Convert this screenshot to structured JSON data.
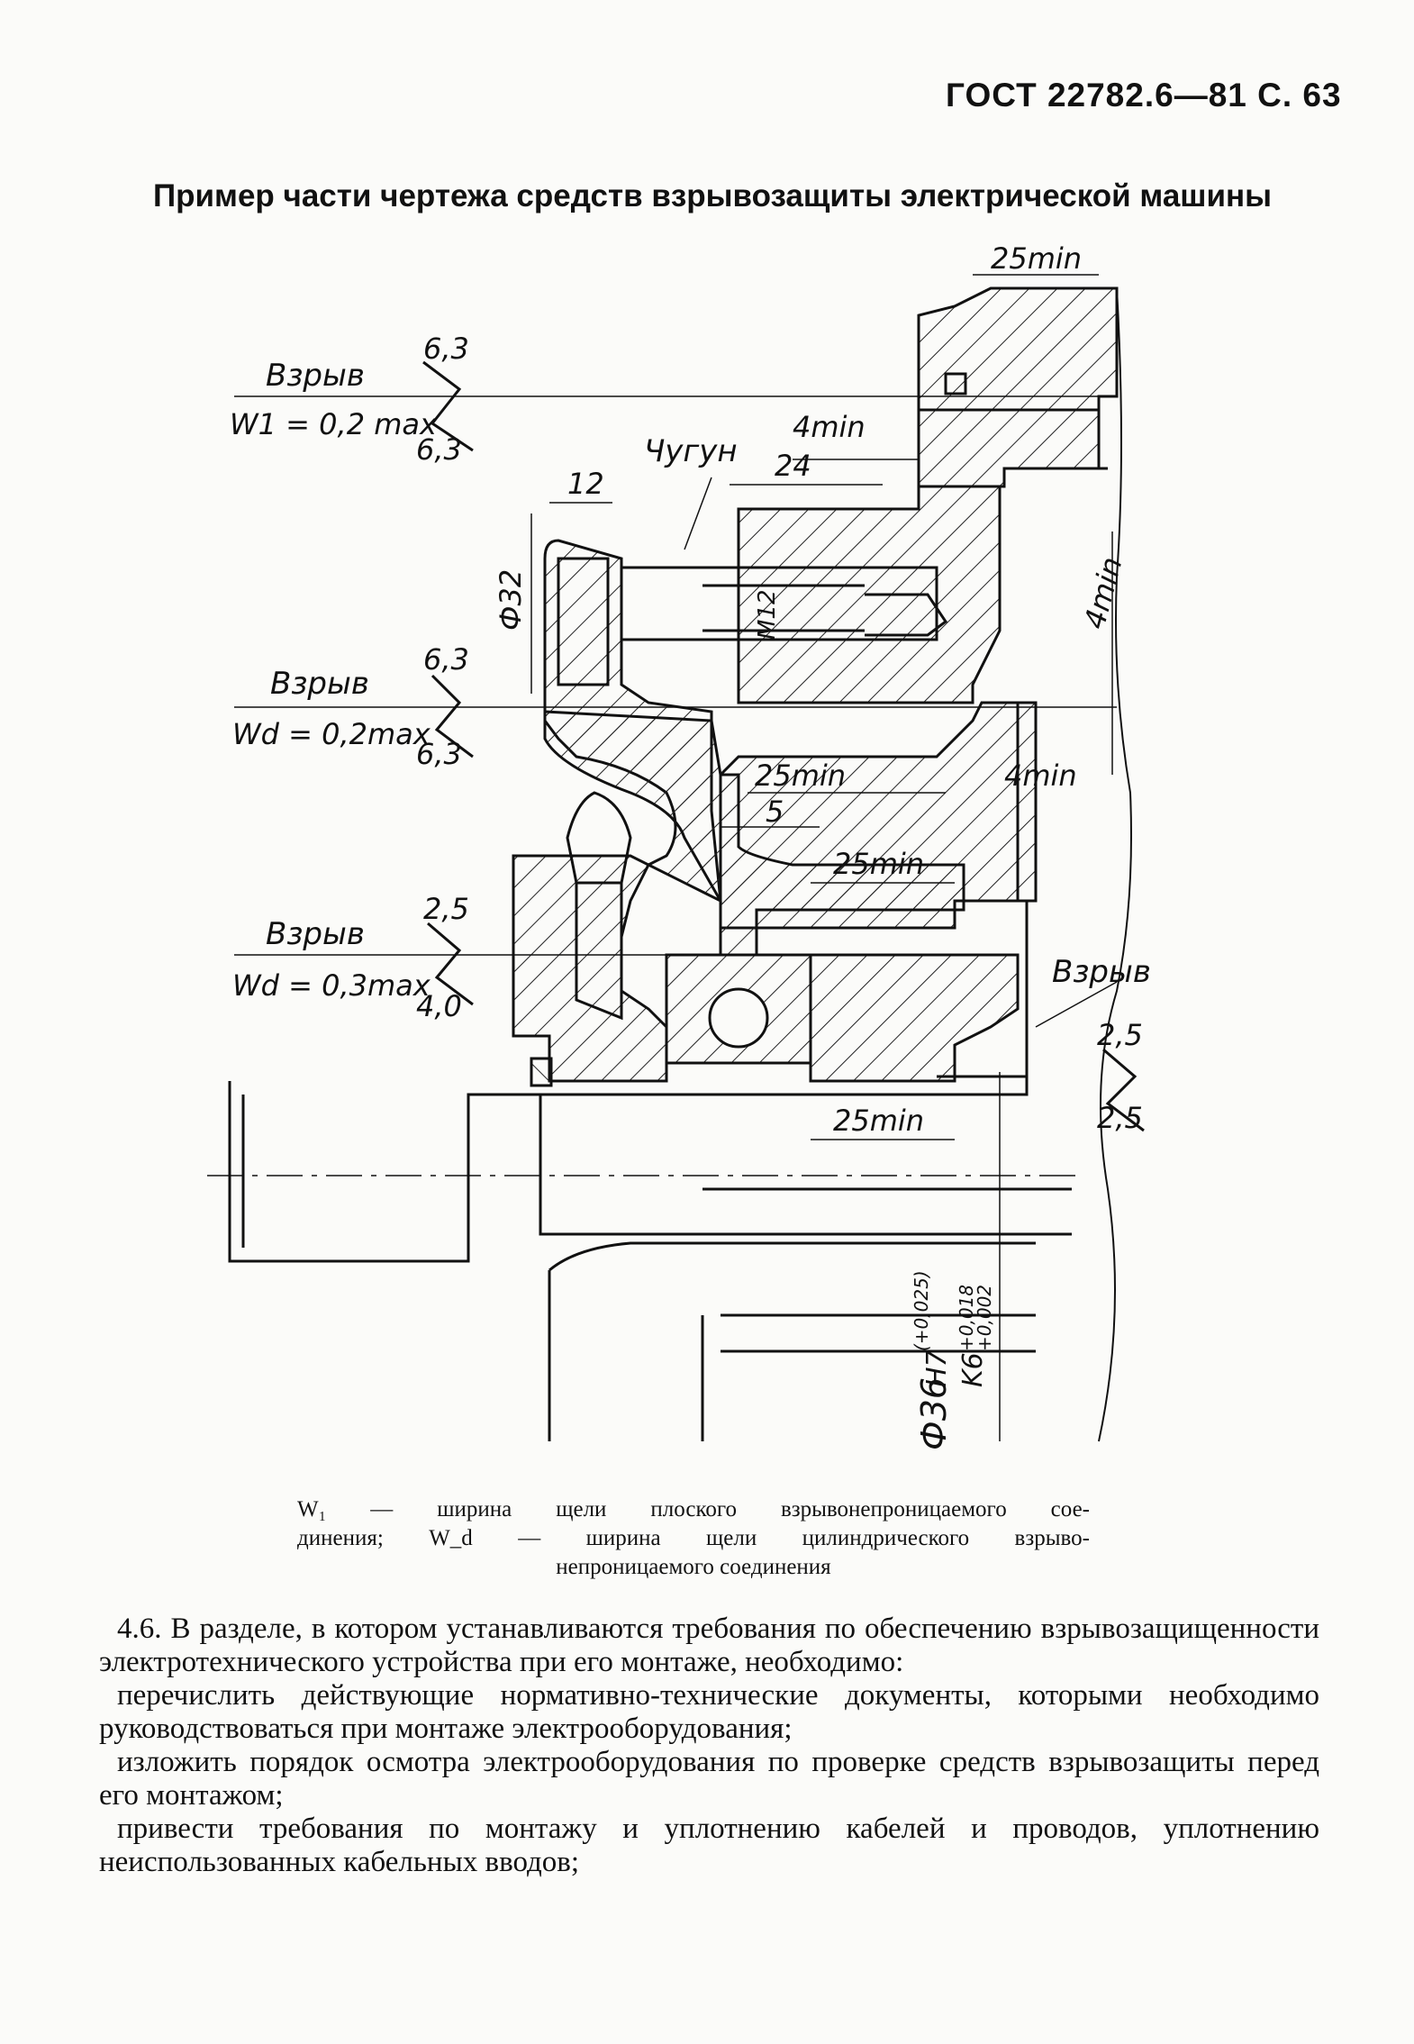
{
  "header": {
    "text": "ГОСТ 22782.6—81 С. 63"
  },
  "title": "Пример части чертежа средств взрывозащиты электрической машины",
  "drawing": {
    "labels": {
      "top_25min": "25min",
      "chugun": "Чугун",
      "dim_4min_top": "4min",
      "dim_24": "24",
      "dim_12": "12",
      "dim_phi32": "Ф32",
      "dim_m12": "M12",
      "dim_4min_vert": "4min",
      "dim_25min_mid": "25min",
      "dim_4min_mid": "4min",
      "dim_5": "5",
      "dim_25min_low": "25min",
      "dim_25min_bottom": "25min",
      "phi36": "Ф36",
      "h7": "H7",
      "h7_tol": "(+0,025)",
      "k6": "K6",
      "k6_tol_up": "+0,018",
      "k6_tol_low": "+0,002"
    },
    "joints": [
      {
        "word": "Взрыв",
        "width": "W1 = 0,2 max",
        "rough_top": "6,3",
        "rough_bottom": "6,3"
      },
      {
        "word": "Взрыв",
        "width": "Wd = 0,2max",
        "rough_top": "6,3",
        "rough_bottom": "6,3"
      },
      {
        "word": "Взрыв",
        "width": "Wd = 0,3max",
        "rough_top": "2,5",
        "rough_bottom": "4,0"
      },
      {
        "word": "Взрыв",
        "width": "",
        "rough_top": "2,5",
        "rough_bottom": "2,5"
      }
    ]
  },
  "caption": {
    "line1": "W₁ — ширина щели плоского взрывонепроницаемого сое-",
    "line2": "динения; W_d — ширина щели цилиндрического взрыво-",
    "line3": "непроницаемого соединения"
  },
  "paragraphs": [
    "4.6. В разделе, в котором устанавливаются требования по обеспечению взрывозащищенности электротехнического устройства при его монтаже, необходимо:",
    "перечислить действующие нормативно-технические документы, которыми необходимо руководствоваться при монтаже электрооборудования;",
    "изложить порядок осмотра электрооборудования по проверке средств взрывозащиты перед его монтажом;",
    "привести требования по монтажу и уплотнению кабелей и проводов, уплотнению неиспользованных кабельных вводов;"
  ]
}
